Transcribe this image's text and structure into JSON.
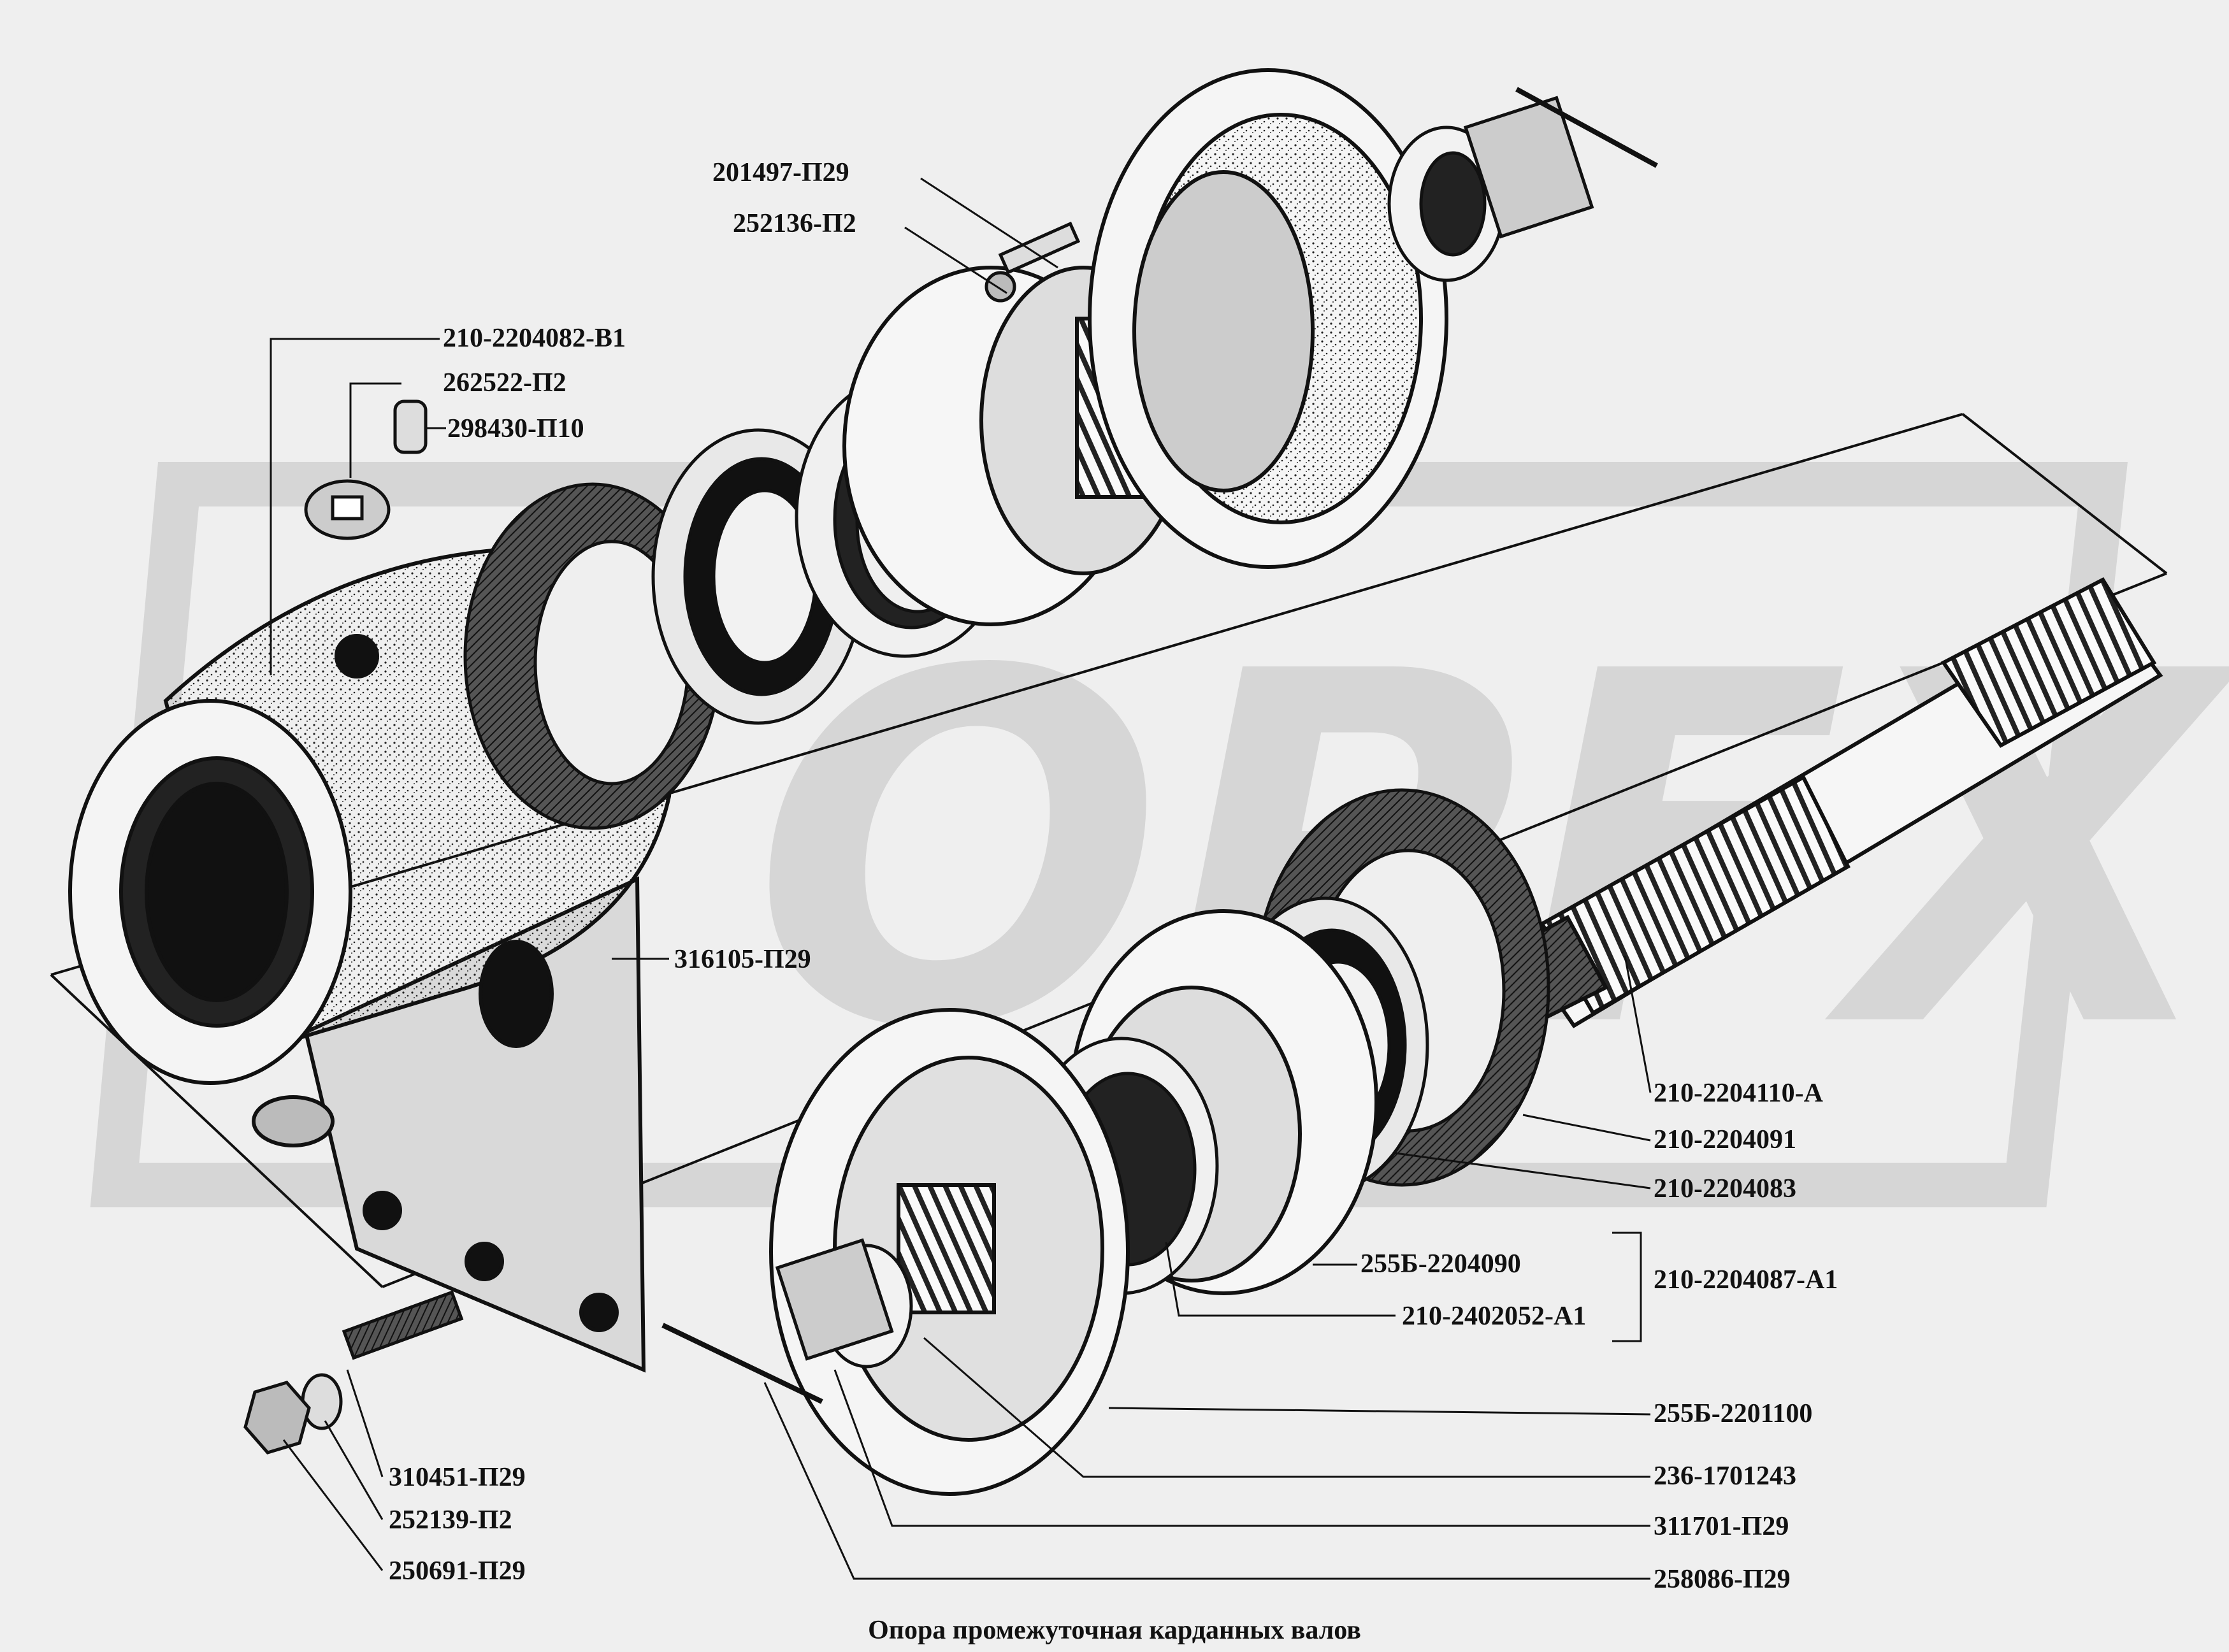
{
  "caption": "Опора промежуточная карданных валов",
  "watermark": "OPFX",
  "colors": {
    "background": "#efefef",
    "watermark": "#d9d9d9",
    "ink": "#111111"
  },
  "labels": {
    "l201497": "201497-П29",
    "l252136": "252136-П2",
    "l210_2204082": "210-2204082-В1",
    "l262522": "262522-П2",
    "l298430": "298430-П10",
    "l316105": "316105-П29",
    "l210_2204110": "210-2204110-А",
    "l210_2204091": "210-2204091",
    "l210_2204083": "210-2204083",
    "l255B_2204090": "255Б-2204090",
    "l210_2402052": "210-2402052-А1",
    "l210_2204087": "210-2204087-А1",
    "l255B_2201100": "255Б-2201100",
    "l236_1701243": "236-1701243",
    "l311701": "311701-П29",
    "l258086": "258086-П29",
    "l310451": "310451-П29",
    "l252139": "252139-П2",
    "l250691": "250691-П29"
  }
}
